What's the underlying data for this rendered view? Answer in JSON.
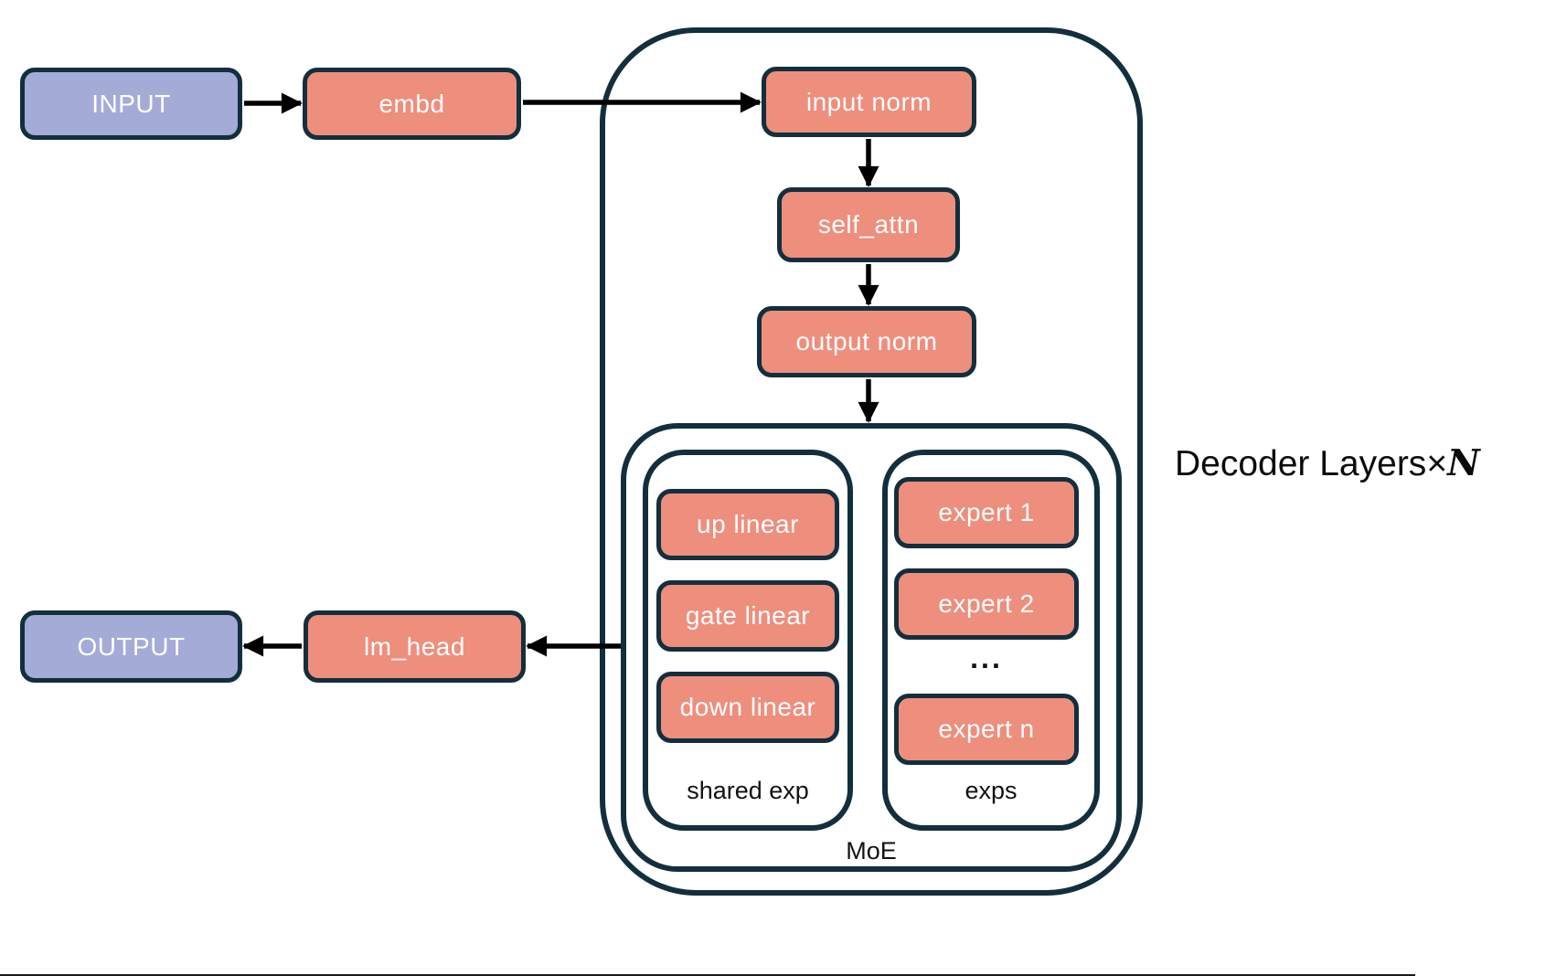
{
  "pipeline": {
    "input_label": "INPUT",
    "embd_label": "embd",
    "lm_head_label": "lm_head",
    "output_label": "OUTPUT"
  },
  "decoder": {
    "caption": {
      "text": "Decoder Layers",
      "times": "×",
      "n": "N"
    },
    "input_norm": "input norm",
    "self_attn": "self_attn",
    "output_norm": "output norm",
    "moe": {
      "label": "MoE",
      "shared": {
        "label": "shared exp",
        "items": [
          "up linear",
          "gate linear",
          "down linear"
        ]
      },
      "experts": {
        "label": "exps",
        "items": [
          "expert 1",
          "expert 2",
          "expert n"
        ],
        "ellipsis": "..."
      }
    }
  },
  "colors": {
    "outline": "#132F3D",
    "block_fill": "#EE8E7D",
    "io_fill": "#A4ABD6",
    "arrow": "#000000",
    "background": "#ffffff",
    "block_text": "#ffffff",
    "label_text": "#121212"
  }
}
